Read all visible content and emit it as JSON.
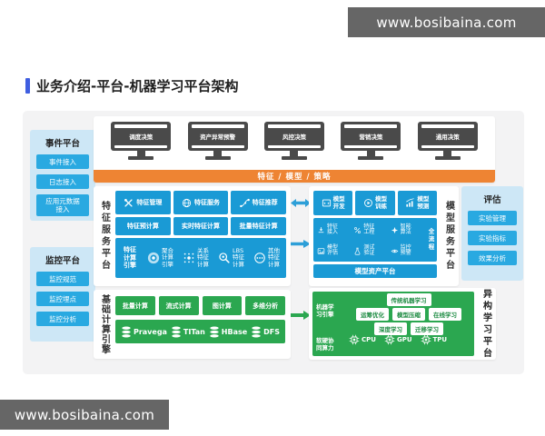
{
  "watermarks": {
    "top": "www.bosibaina.com",
    "bottom": "www.bosibaina.com"
  },
  "title": "业务介绍-平台-机器学习平台架构",
  "colors": {
    "accent_blue": "#3f5ee0",
    "cyan_button": "#29a9e1",
    "light_blue_panel": "#cde7f6",
    "blue_box": "#1a9ad5",
    "orange_bar": "#ee8433",
    "green": "#2ba750",
    "monitor_gray": "#4a4a4a",
    "watermark_gray": "#666666"
  },
  "decision_row": {
    "monitors": [
      "调度决策",
      "资产异常预警",
      "风控决策",
      "营销决策",
      "通用决策"
    ],
    "banner": "特征 / 模型 / 策略"
  },
  "event_platform": {
    "title": "事件平台",
    "items": [
      "事件接入",
      "日志接入",
      "应用元数据\n接入"
    ]
  },
  "monitoring_platform": {
    "title": "监控平台",
    "items": [
      "监控规范",
      "监控埋点",
      "监控分析"
    ]
  },
  "feature_platform": {
    "label": "特征服务平台",
    "row1": [
      {
        "icon": "tools-icon",
        "label": "特征管理"
      },
      {
        "icon": "globe-icon",
        "label": "特征服务"
      },
      {
        "icon": "flow-icon",
        "label": "特征推荐"
      }
    ],
    "row2": [
      "特征预计算",
      "实时特征计算",
      "批量特征计算"
    ],
    "engine": {
      "label": "特征\n计算\n引擎",
      "items": [
        {
          "icon": "donut-icon",
          "label": "聚合\n计算\n引擎"
        },
        {
          "icon": "dots-icon",
          "label": "关系\n特征\n计算"
        },
        {
          "icon": "lbs-icon",
          "label": "LBS\n特征\n计算"
        },
        {
          "icon": "ellipsis-icon",
          "label": "其他\n特征\n计算"
        }
      ]
    }
  },
  "model_platform": {
    "label": "模型服务平台",
    "row1": [
      {
        "icon": "develop-icon",
        "label": "模型\n开发"
      },
      {
        "icon": "train-icon",
        "label": "模型\n训练"
      },
      {
        "icon": "predict-icon",
        "label": "模型\n预测"
      }
    ],
    "pipeline": {
      "items": [
        {
          "icon": "import-icon",
          "label": "特征\n接入"
        },
        {
          "icon": "engineering-icon",
          "label": "特征\n工程"
        },
        {
          "icon": "algorithm-icon",
          "label": "智能\n算法"
        },
        {
          "icon": "evaluate-icon",
          "label": "模型\n评估"
        },
        {
          "icon": "test-icon",
          "label": "测试\n验证"
        },
        {
          "icon": "alert-icon",
          "label": "监控\n预警"
        }
      ],
      "side_label": "全流程"
    },
    "asset_bar": "模型资产平台"
  },
  "evaluation": {
    "title": "评估",
    "items": [
      "实验管理",
      "实验指标",
      "效果分析"
    ]
  },
  "compute_engine": {
    "label": "基础计算引擎",
    "row1": [
      "批量计算",
      "流式计算",
      "图计算",
      "多维分析"
    ],
    "storages": [
      "Pravega",
      "TITan",
      "HBase",
      "DFS"
    ]
  },
  "hetero_platform": {
    "label": "异构学习平台",
    "engine_label": "机器学\n习引擎",
    "pill_rows": [
      [
        "传统机器学习"
      ],
      [
        "运筹优化",
        "模型压缩",
        "在线学习"
      ],
      [
        "深度学习",
        "迁移学习"
      ]
    ],
    "hw_label": "软硬协\n同算力",
    "chips": [
      "CPU",
      "GPU",
      "TPU"
    ]
  }
}
